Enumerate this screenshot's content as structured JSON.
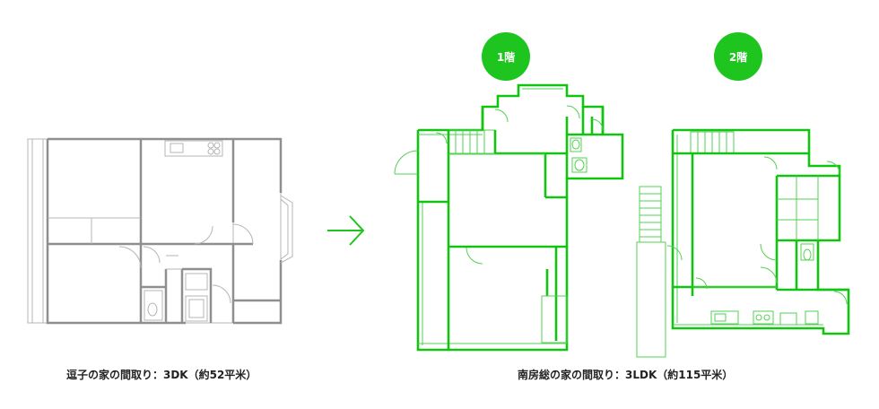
{
  "badges": {
    "floor1": "1階",
    "floor2": "2階"
  },
  "captions": {
    "before": "逗子の家の間取り：3DK（約52平米）",
    "after": "南房総の家の間取り：3LDK（約115平米）"
  },
  "colors": {
    "accent": "#1fc51f",
    "old_plan": "#9a9a9a",
    "text": "#222222"
  },
  "icons": {
    "arrow": "right-arrow-icon"
  }
}
